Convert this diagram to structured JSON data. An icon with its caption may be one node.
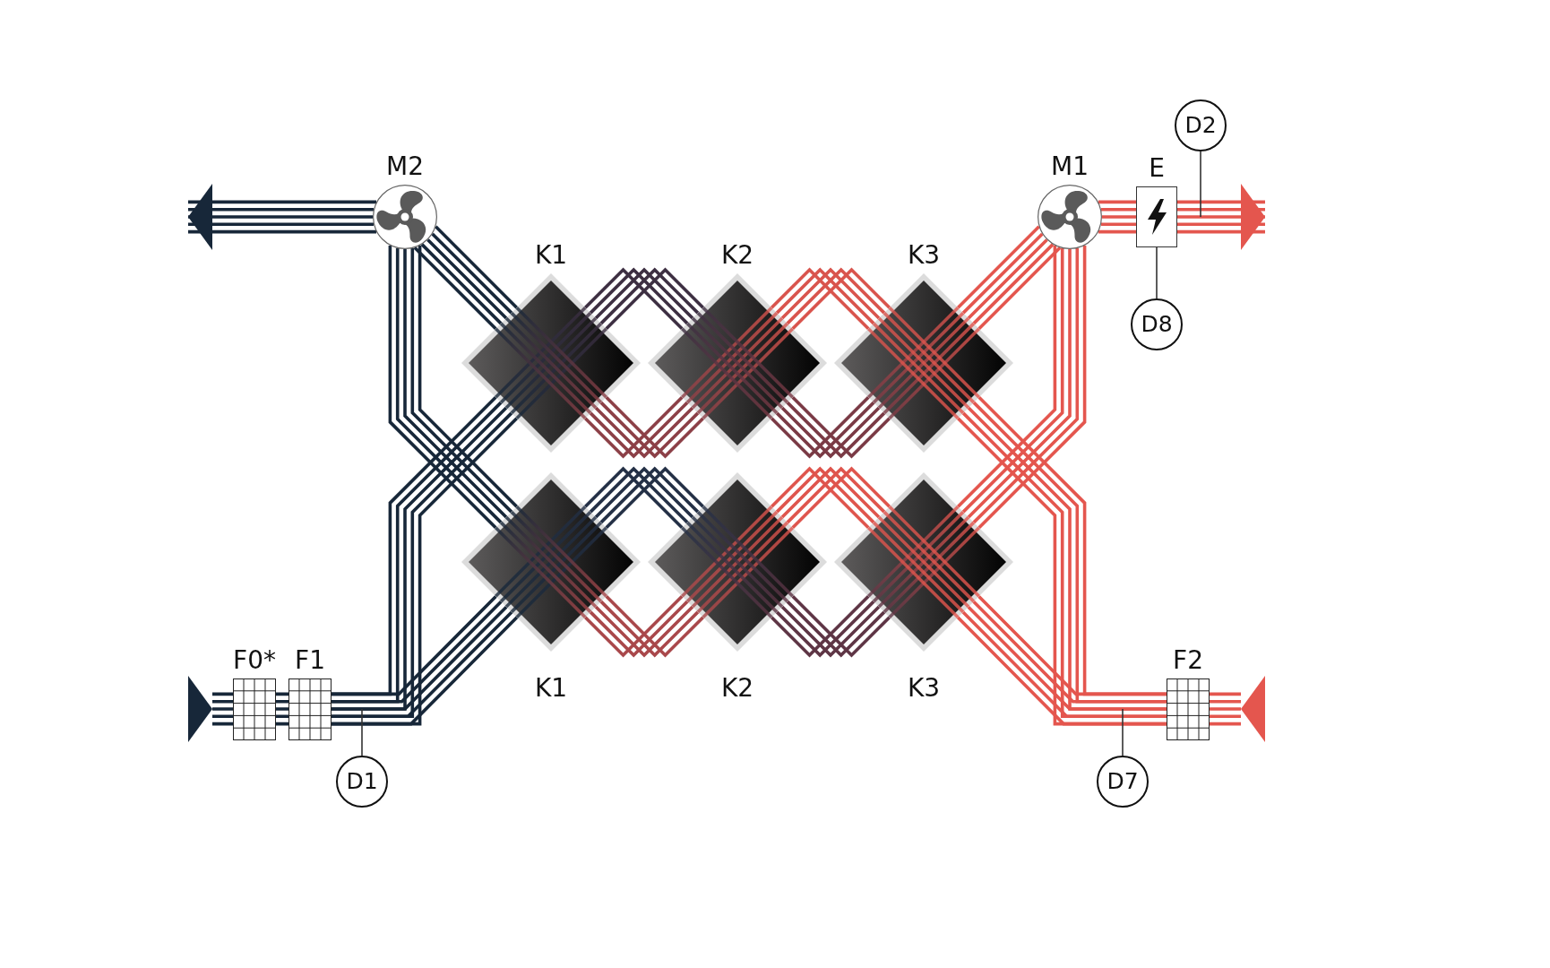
{
  "diagram": {
    "nodes": [
      {
        "text": [
          "D2"
        ]
      },
      {
        "text": [
          "M2"
        ]
      },
      {
        "text": [
          "M1"
        ]
      },
      {
        "text": [
          "E"
        ]
      },
      {
        "text": [
          "K1"
        ]
      },
      {
        "text": [
          "K2"
        ]
      },
      {
        "text": [
          "K3"
        ]
      },
      {
        "text": [
          "D8"
        ]
      },
      {
        "text": [
          "K1"
        ]
      },
      {
        "text": [
          "K2"
        ]
      },
      {
        "text": [
          "K3"
        ]
      },
      {
        "text": [
          "F0*"
        ]
      },
      {
        "text": [
          "F1"
        ]
      },
      {
        "text": [
          "F2"
        ]
      },
      {
        "text": [
          "D1"
        ]
      },
      {
        "text": [
          "D7"
        ]
      }
    ],
    "edges": [
      {
        "from": 11,
        "to": null,
        "arrow": "to"
      },
      {
        "from": 11,
        "to": 12,
        "arrow": "none"
      },
      {
        "from": 12,
        "to": 4,
        "arrow": "none"
      },
      {
        "from": 12,
        "to": 8,
        "arrow": "none"
      },
      {
        "from": 4,
        "to": 5,
        "arrow": "none",
        "color": "#3d2f42"
      },
      {
        "from": 5,
        "to": 6,
        "arrow": "none",
        "color": "#7a3a45"
      },
      {
        "from": 6,
        "to": 2,
        "arrow": "none",
        "color": "#e4564e"
      },
      {
        "from": 8,
        "to": 9,
        "arrow": "none",
        "color": "#243046"
      },
      {
        "from": 9,
        "to": 10,
        "arrow": "none",
        "color": "#5e3545"
      },
      {
        "from": 10,
        "to": 2,
        "arrow": "none",
        "color": "#e4564e"
      },
      {
        "from": 2,
        "to": 3,
        "arrow": "none",
        "color": "#e4564e"
      },
      {
        "from": 3,
        "to": null,
        "arrow": "to",
        "color": "#e4564e"
      },
      {
        "from": 13,
        "to": null,
        "arrow": "to",
        "color": "#e4564e"
      },
      {
        "from": 13,
        "to": 6,
        "arrow": "none",
        "color": "#e4564e"
      },
      {
        "from": 13,
        "to": 10,
        "arrow": "none",
        "color": "#e4564e"
      },
      {
        "from": 6,
        "to": 5,
        "arrow": "none",
        "color": "#d9544d"
      },
      {
        "from": 5,
        "to": 4,
        "arrow": "none",
        "color": "#8c4047"
      },
      {
        "from": 4,
        "to": 1,
        "arrow": "none"
      },
      {
        "from": 10,
        "to": 9,
        "arrow": "none",
        "color": "#df554d"
      },
      {
        "from": 9,
        "to": 8,
        "arrow": "none",
        "color": "#a9484b"
      },
      {
        "from": 8,
        "to": 1,
        "arrow": "none"
      },
      {
        "from": 1,
        "to": null,
        "arrow": "to"
      },
      {
        "from": 14,
        "to": null,
        "arrow": "none",
        "color": "#333333"
      },
      {
        "from": 0,
        "to": null,
        "arrow": "none",
        "color": "#333333"
      },
      {
        "from": 15,
        "to": null,
        "arrow": "none",
        "color": "#333333"
      },
      {
        "from": 7,
        "to": 3,
        "arrow": "none",
        "color": "#333333"
      }
    ]
  }
}
